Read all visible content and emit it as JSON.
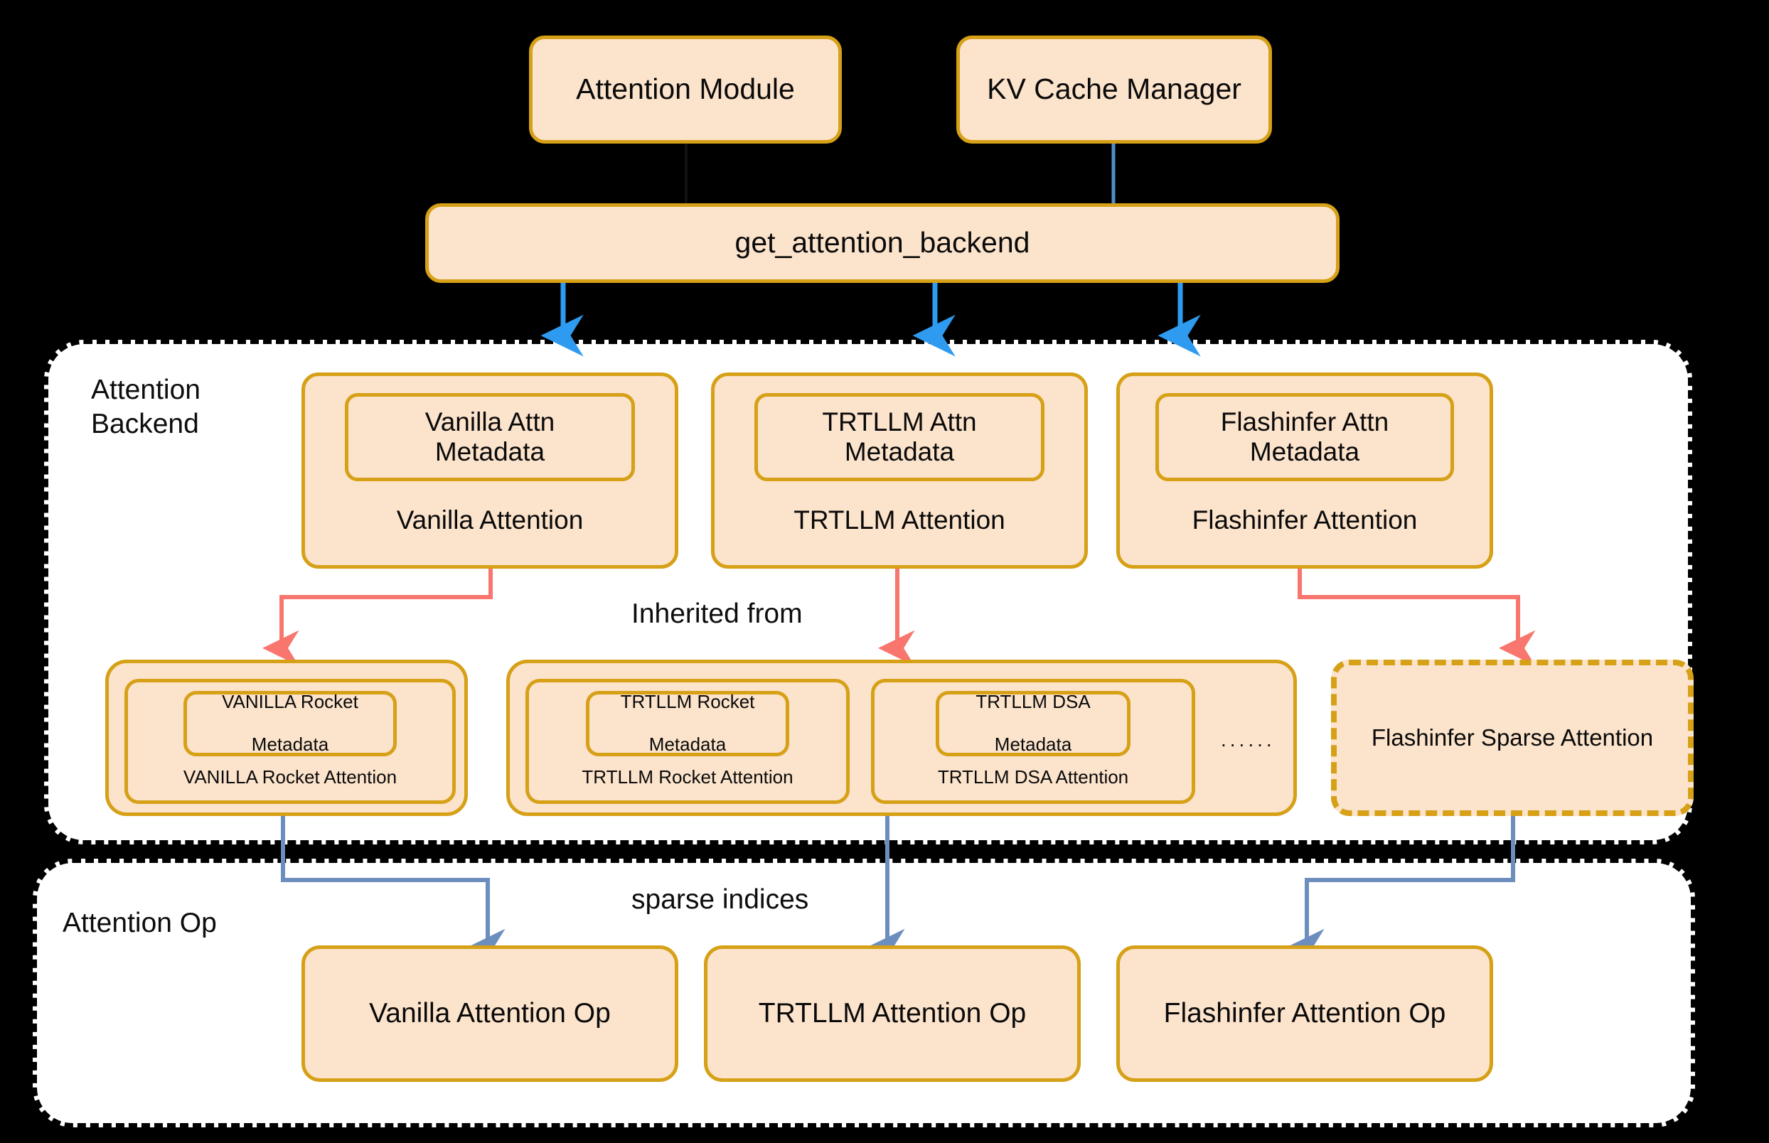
{
  "colors": {
    "node_fill": "#FCE3CB",
    "node_border": "#D6A017",
    "panel_bg": "#FFFFFF",
    "panel_border": "#000000",
    "background": "#000000",
    "arrow_blue_bright": "#2E9BF0",
    "arrow_blue_steel": "#6C8EBF",
    "arrow_red": "#F8766E"
  },
  "top": {
    "attention_module": "Attention Module",
    "kv_cache_manager": "KV Cache Manager",
    "get_attention_backend": "get_attention_backend"
  },
  "panels": {
    "backend_label": "Attention\nBackend",
    "op_label": "Attention Op"
  },
  "edge_labels": {
    "inherited_from": "Inherited from",
    "sparse_indices": "sparse indices"
  },
  "backends": [
    {
      "metadata": "Vanilla Attn\nMetadata",
      "caption": "Vanilla Attention"
    },
    {
      "metadata": "TRTLLM Attn\nMetadata",
      "caption": "TRTLLM Attention"
    },
    {
      "metadata": "Flashinfer Attn\nMetadata",
      "caption": "Flashinfer Attention"
    }
  ],
  "sparse_backends": [
    {
      "metadata": "VANILLA Rocket\n\nMetadata",
      "caption": "VANILLA Rocket Attention"
    },
    {
      "metadata": "TRTLLM Rocket\n\nMetadata",
      "caption": "TRTLLM Rocket Attention"
    },
    {
      "metadata": "TRTLLM DSA\n\nMetadata",
      "caption": "TRTLLM DSA Attention"
    }
  ],
  "ellipsis": "......",
  "flashinfer_sparse": "Flashinfer Sparse Attention",
  "ops": [
    "Vanilla Attention Op",
    "TRTLLM Attention Op",
    "Flashinfer Attention Op"
  ]
}
